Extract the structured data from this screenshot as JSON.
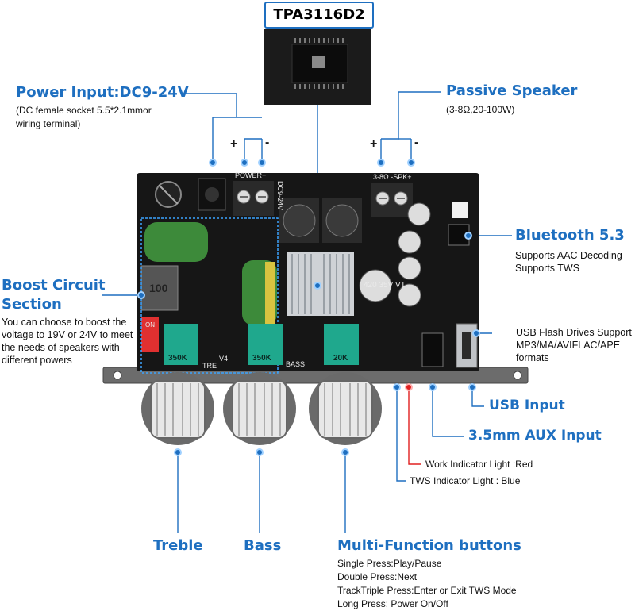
{
  "chip": {
    "name": "TPA3116D2"
  },
  "power_input": {
    "title": "Power Input:DC9-24V",
    "desc_lines": [
      "(DC female socket 5.5*2.1mmor",
      "wiring terminal)"
    ],
    "plus": "+",
    "minus": "-"
  },
  "passive_speaker": {
    "title": "Passive Speaker",
    "desc": "(3-8Ω,20-100W)",
    "plus": "+",
    "minus": "-"
  },
  "bluetooth": {
    "title": "Bluetooth 5.3",
    "desc_lines": [
      "Supports AAC Decoding",
      "Supports TWS"
    ]
  },
  "boost": {
    "title_lines": [
      "Boost Circuit",
      "Section"
    ],
    "desc_lines": [
      "You can choose to boost the",
      "voltage to 19V or 24V to meet",
      "the needs of speakers with",
      "different powers"
    ]
  },
  "usb_flash": {
    "desc_lines": [
      "USB Flash Drives Support",
      "MP3/MA/AVIFLAC/APE",
      "formats"
    ]
  },
  "usb_input": {
    "title": "USB Input"
  },
  "aux_input": {
    "title": "3.5mm AUX Input"
  },
  "indicators": {
    "work": "Work Indicator Light :Red",
    "tws": "TWS Indicator Light : Blue"
  },
  "knobs": {
    "treble": "Treble",
    "bass": "Bass"
  },
  "multi_function": {
    "title": "Multi-Function buttons",
    "lines": [
      "Single Press:Play/Pause",
      "Double Press:Next",
      "TrackTriple Press:Enter or Exit TWS Mode",
      "Long Press: Power On/Off"
    ]
  },
  "board_marks": {
    "power": "POWER+",
    "dc": "DC9-24V",
    "spk": "3-8Ω -SPK+",
    "cap": "420 35V VT",
    "pot1": "350K",
    "pot2": "350K",
    "pot3": "20K",
    "tre": "TRE",
    "bass": "BASS",
    "v4": "V4",
    "inductor": "100",
    "on": "ON"
  },
  "colors": {
    "accent": "#1e6fc0",
    "red": "#e02020",
    "board": "#161616",
    "teal": "#1fa88d"
  }
}
